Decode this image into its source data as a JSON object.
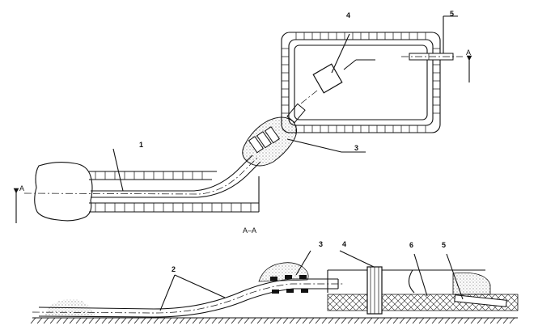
{
  "labels": {
    "l1": "1",
    "l2": "2",
    "l3_top": "3",
    "l3_bottom": "3",
    "l4_top": "4",
    "l4_bottom": "4",
    "l5_top": "5",
    "l5_bottom": "5",
    "l6": "6",
    "section_a_left": "A",
    "section_a_right": "A",
    "section_title": "A–A"
  }
}
